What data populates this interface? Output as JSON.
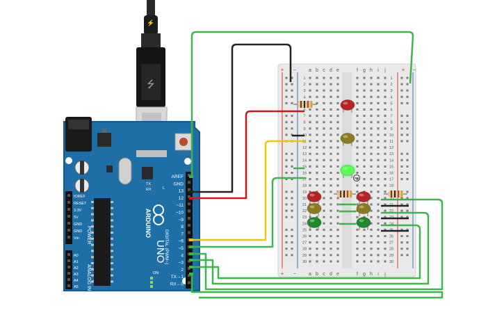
{
  "board": {
    "name": "ARDUINO",
    "model": "UNO",
    "digital_label": "DIGITAL (PWM~)",
    "power_label": "POWER",
    "analog_label": "ANALOG IN",
    "on_label": "ON",
    "l_label": "L",
    "tx_label": "TX",
    "rx_label": "RX",
    "top_pins": [
      "AREF",
      "GND",
      "13",
      "12",
      "~11",
      "~10",
      "~9",
      "8",
      "7",
      "~6",
      "~5",
      "4",
      "~3",
      "2",
      "TX→1",
      "RX←0"
    ],
    "power_pins": [
      "IOREF",
      "RESET",
      "3.3V",
      "5V",
      "GND",
      "GND",
      "Vin"
    ],
    "analog_pins": [
      "A0",
      "A1",
      "A2",
      "A3",
      "A4",
      "A5"
    ]
  },
  "breadboard": {
    "columns_left": [
      "a",
      "b",
      "c",
      "d",
      "e"
    ],
    "columns_right": [
      "f",
      "g",
      "h",
      "i",
      "j"
    ],
    "row_numbers": [
      "1",
      "2",
      "3",
      "4",
      "5",
      "6",
      "7",
      "8",
      "9",
      "10",
      "11",
      "12",
      "13",
      "14",
      "15",
      "16",
      "17",
      "18",
      "19",
      "20",
      "21",
      "22",
      "23",
      "24",
      "25",
      "26",
      "27",
      "28",
      "29",
      "30"
    ],
    "rail_plus": "+",
    "rail_minus": "−"
  },
  "colors": {
    "board": "#1f6fa7",
    "board_dark": "#185a8a",
    "breadboard": "#e9e9e9",
    "wire_black": "#222222",
    "wire_red": "#d01818",
    "wire_yellow": "#f1c40f",
    "wire_green": "#3cb64a",
    "led_red": "#b82222",
    "led_yellow": "#8c7a1e",
    "led_green": "#1f8a2a",
    "led_green_on": "#4cff4c"
  },
  "components": {
    "leds": [
      {
        "name": "left-red",
        "color": "red",
        "lit": false
      },
      {
        "name": "left-yellow",
        "color": "yellow",
        "lit": false
      },
      {
        "name": "left-green",
        "color": "green",
        "lit": true
      },
      {
        "name": "bottom-left-red",
        "color": "red",
        "lit": false
      },
      {
        "name": "bottom-left-yellow",
        "color": "yellow",
        "lit": false
      },
      {
        "name": "bottom-left-green",
        "color": "green",
        "lit": false
      },
      {
        "name": "bottom-right-red",
        "color": "red",
        "lit": false
      },
      {
        "name": "bottom-right-yellow",
        "color": "yellow",
        "lit": false
      },
      {
        "name": "bottom-right-green",
        "color": "green",
        "lit": false
      }
    ],
    "resistor_count": 3,
    "wires": [
      "black",
      "red",
      "yellow",
      "green"
    ]
  },
  "power_icon": "lightning-icon"
}
